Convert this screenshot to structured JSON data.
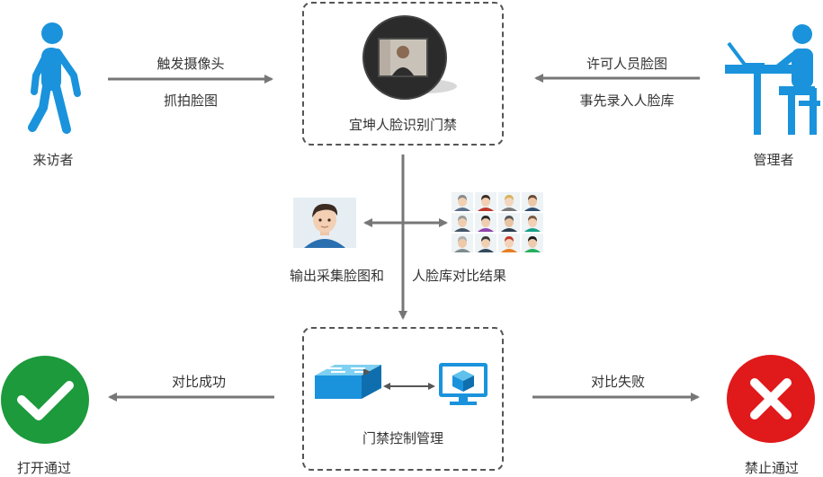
{
  "visitor": {
    "label": "来访者",
    "icon": "person-walking-icon"
  },
  "admin": {
    "label": "管理者",
    "icon": "person-at-desk-icon"
  },
  "terminal": {
    "label": "宜坤人脸识别门禁",
    "icon": "face-terminal-icon"
  },
  "arrow_left_top": {
    "line1": "触发摄像头",
    "line2": "抓拍脸图"
  },
  "arrow_right_top": {
    "line1": "许可人员脸图",
    "line2": "事先录入人脸库"
  },
  "compare": {
    "left_text": "输出采集脸图和",
    "right_text": "人脸库对比结果"
  },
  "controller": {
    "label": "门禁控制管理",
    "icons": [
      "network-switch-icon",
      "monitor-box-icon"
    ]
  },
  "success": {
    "arrow_text": "对比成功",
    "label": "打开通过",
    "icon": "check-icon"
  },
  "fail": {
    "arrow_text": "对比失败",
    "label": "禁止通过",
    "icon": "cross-icon"
  },
  "colors": {
    "accent_blue": "#1a93dc",
    "success_green": "#1c9a3c",
    "fail_red": "#e0191b",
    "arrow_gray": "#777777"
  }
}
